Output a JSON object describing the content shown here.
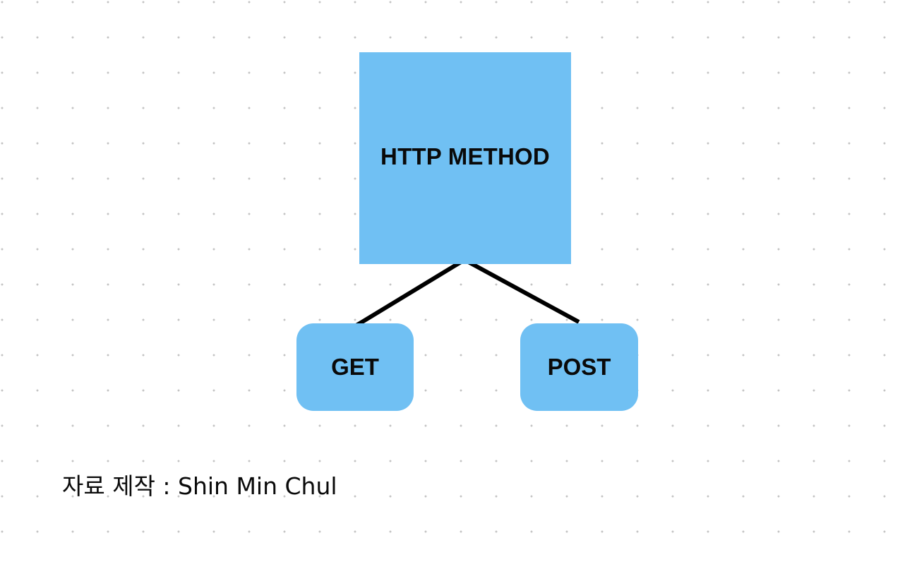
{
  "diagram": {
    "root": {
      "label": "HTTP METHOD"
    },
    "children": [
      {
        "id": "get",
        "label": "GET"
      },
      {
        "id": "post",
        "label": "POST"
      }
    ]
  },
  "credit": "자료 제작 : Shin Min Chul",
  "colors": {
    "node_fill": "#70C0F3",
    "connector": "#000000",
    "grid_dot": "#C4C4C4",
    "background": "#FFFFFF"
  }
}
